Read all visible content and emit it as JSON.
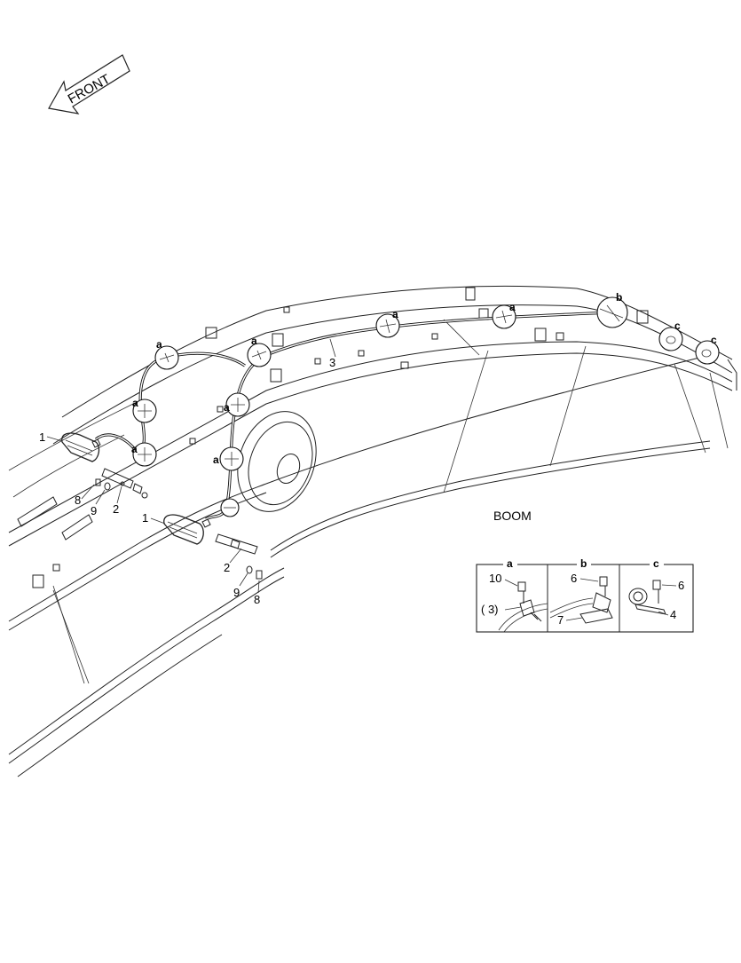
{
  "direction_arrow": {
    "label": "FRONT",
    "icon": "front-direction-arrow-icon"
  },
  "assembly_label": "BOOM",
  "callouts": {
    "lamp_1a": "1",
    "lamp_1b": "1",
    "bracket_2a": "2",
    "bracket_2b": "2",
    "harness_3": "3",
    "bolt_8a": "8",
    "bolt_8b": "8",
    "washer_9a": "9",
    "washer_9b": "9"
  },
  "clamp_refs": [
    "a",
    "a",
    "a",
    "a",
    "a",
    "a",
    "a",
    "b",
    "c",
    "c"
  ],
  "detail_panel": {
    "sections": [
      {
        "key": "a",
        "parts": [
          "10",
          "( 3)"
        ]
      },
      {
        "key": "b",
        "parts": [
          "6",
          "7"
        ]
      },
      {
        "key": "c",
        "parts": [
          "6",
          "4"
        ]
      }
    ]
  }
}
